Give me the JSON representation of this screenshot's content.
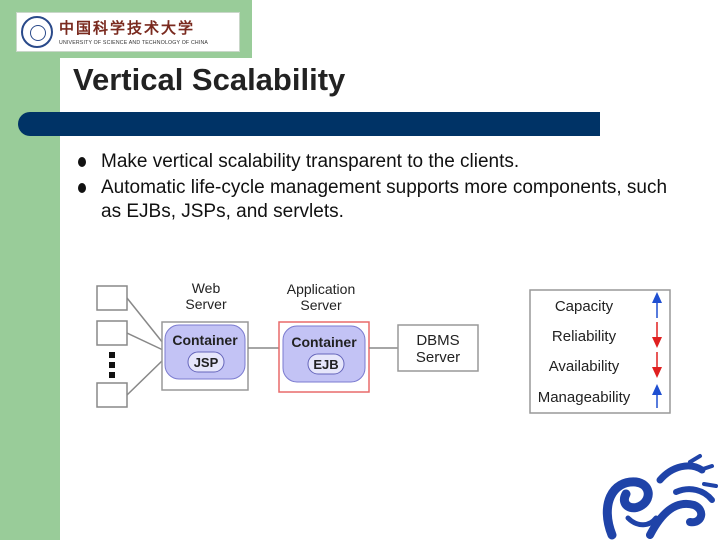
{
  "slide": {
    "title": "Vertical Scalability",
    "bullets": [
      "Make vertical scalability transparent to the clients.",
      "Automatic life-cycle management supports more components, such as EJBs, JSPs, and servlets."
    ]
  },
  "logo": {
    "chinese_name": "中国科学技术大学",
    "english_name": "UNIVERSITY OF SCIENCE AND TECHNOLOGY OF CHINA"
  },
  "diagram": {
    "web_server_label": [
      "Web",
      "Server"
    ],
    "app_server_label": [
      "Application",
      "Server"
    ],
    "web_container": {
      "title": "Container",
      "component": "JSP"
    },
    "app_container": {
      "title": "Container",
      "component": "EJB"
    },
    "dbms_label": [
      "DBMS",
      "Server"
    ],
    "qualities": [
      {
        "label": "Capacity",
        "direction": "up",
        "color": "#1f4fd1"
      },
      {
        "label": "Reliability",
        "direction": "down",
        "color": "#e02020"
      },
      {
        "label": "Availability",
        "direction": "down",
        "color": "#e02020"
      },
      {
        "label": "Manageability",
        "direction": "up",
        "color": "#1f4fd1"
      }
    ]
  },
  "colors": {
    "band": "#99cc99",
    "title_bar": "#003366",
    "container_fill": "#c3c3f5",
    "app_server_border": "#e86a6a",
    "dragon": "#1f43a8"
  }
}
